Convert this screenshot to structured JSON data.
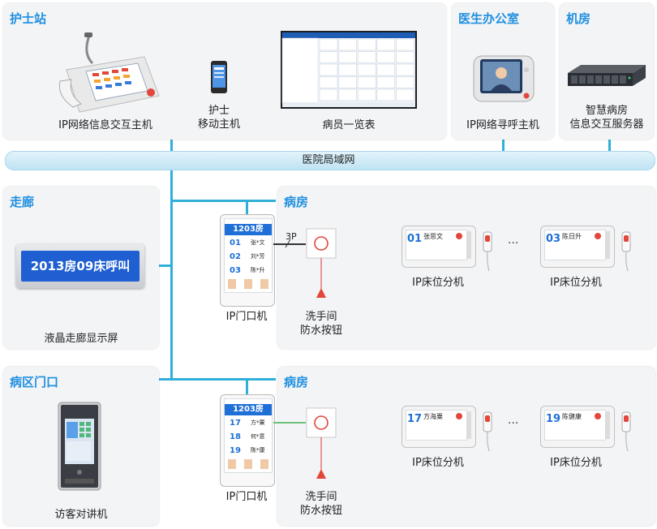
{
  "nurse_station": {
    "title": "护士站",
    "main_host_label": "IP网络信息交互主机",
    "mobile_label_1": "护士",
    "mobile_label_2": "移动主机",
    "overview_label": "病员一览表"
  },
  "doctor_office": {
    "title": "医生办公室",
    "device_label": "IP网络寻呼主机"
  },
  "machine_room": {
    "title": "机房",
    "server_label_1": "智慧病房",
    "server_label_2": "信息交互服务器"
  },
  "lan": {
    "label": "医院局域网"
  },
  "corridor": {
    "title": "走廊",
    "display_text": "2013房09床呼叫",
    "device_label": "液晶走廊显示屏"
  },
  "ward_gate": {
    "title": "病区门口",
    "device_label": "访客对讲机"
  },
  "ward_1": {
    "title": "病房",
    "door_unit": {
      "room": "1203房",
      "beds": [
        {
          "no": "01",
          "name": "张*文"
        },
        {
          "no": "02",
          "name": "刘*芳"
        },
        {
          "no": "03",
          "name": "陈*升"
        }
      ],
      "label": "IP门口机"
    },
    "cable_label": "3P",
    "button_label_1": "洗手间",
    "button_label_2": "防水按钮",
    "bed_units": [
      {
        "no": "01",
        "name": "张思文",
        "label": "IP床位分机"
      },
      {
        "no": "03",
        "name": "陈日升",
        "label": "IP床位分机"
      }
    ],
    "ellipsis": "···"
  },
  "ward_2": {
    "title": "病房",
    "door_unit": {
      "room": "1203房",
      "beds": [
        {
          "no": "17",
          "name": "方*粟"
        },
        {
          "no": "18",
          "name": "何*意"
        },
        {
          "no": "19",
          "name": "陈*康"
        }
      ],
      "label": "IP门口机"
    },
    "button_label_1": "洗手间",
    "button_label_2": "防水按钮",
    "bed_units": [
      {
        "no": "17",
        "name": "方海粟",
        "label": "IP床位分机"
      },
      {
        "no": "19",
        "name": "陈健康",
        "label": "IP床位分机"
      }
    ],
    "ellipsis": "···"
  },
  "colors": {
    "title": "#1f8fe0",
    "line": "#2fb0d8",
    "green_line": "#6ec07a",
    "panel": "#f3f4f6"
  }
}
